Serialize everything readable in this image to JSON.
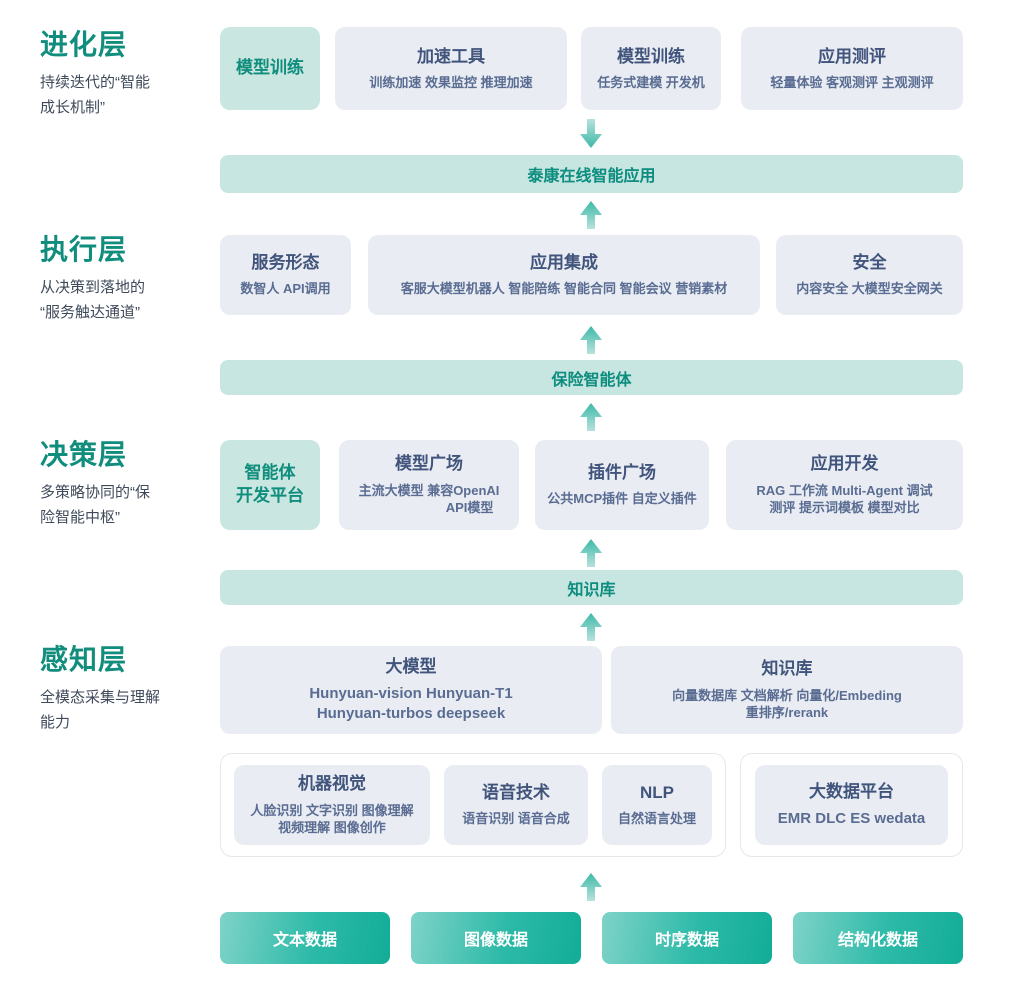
{
  "palette": {
    "teal_title": "#108d7d",
    "card_bg": "#e9edf3",
    "card_title": "#41547c",
    "card_sub": "#5a6c92",
    "bar_bg": "#c7e5e1",
    "bar_text": "#0c8d7e",
    "teal_card_bg": "#c9e6e0",
    "chip_gradient_from": "#7fd3c8",
    "chip_gradient_to": "#12ad97",
    "group_border": "#e4e7ec"
  },
  "layers": [
    {
      "key": "evolution",
      "title": "进化层",
      "desc": "持续迭代的“智能\n成长机制”",
      "desc_line1": "持续迭代的“智能",
      "desc_line2": "成长机制”"
    },
    {
      "key": "execution",
      "title": "执行层",
      "desc_line1": "从决策到落地的",
      "desc_line2": "“服务触达通道”"
    },
    {
      "key": "decision",
      "title": "决策层",
      "desc_line1": "多策略协同的“保",
      "desc_line2": "险智能中枢”"
    },
    {
      "key": "perception",
      "title": "感知层",
      "desc_line1": "全模态采集与理解",
      "desc_line2": "能力"
    }
  ],
  "evolution_cards": [
    {
      "title": "模型训练",
      "sub": "",
      "style": "teal"
    },
    {
      "title": "加速工具",
      "sub": "训练加速 效果监控 推理加速",
      "style": "plain"
    },
    {
      "title": "模型训练",
      "sub": "任务式建模 开发机",
      "style": "plain"
    },
    {
      "title": "应用测评",
      "sub": "轻量体验 客观测评 主观测评",
      "style": "plain"
    }
  ],
  "bar_app": {
    "label": "泰康在线智能应用"
  },
  "execution_cards": [
    {
      "title": "服务形态",
      "sub": "数智人  API调用",
      "style": "plain"
    },
    {
      "title": "应用集成",
      "sub": "客服大模型机器人 智能陪练 智能合同 智能会议 营销素材",
      "style": "plain"
    },
    {
      "title": "安全",
      "sub": "内容安全 大模型安全网关",
      "style": "plain"
    }
  ],
  "bar_agent": {
    "label": "保险智能体"
  },
  "decision_cards": [
    {
      "title": "智能体\n开发平台",
      "title_line1": "智能体",
      "title_line2": "开发平台",
      "sub": "",
      "style": "teal"
    },
    {
      "title": "模型广场",
      "sub_line1": "主流大模型      兼容OpenAI",
      "sub_line2": "API模型",
      "style": "plain-split"
    },
    {
      "title": "插件广场",
      "sub": "公共MCP插件 自定义插件",
      "style": "plain"
    },
    {
      "title": "应用开发",
      "sub_line1": "RAG 工作流 Multi-Agent 调试",
      "sub_line2": "测评 提示词模板 模型对比",
      "style": "plain-two"
    }
  ],
  "bar_kb": {
    "label": "知识库"
  },
  "perception_top_cards": [
    {
      "title": "大模型",
      "sub_line1": "Hunyuan-vision Hunyuan-T1",
      "sub_line2": "Hunyuan-turbos deepseek"
    },
    {
      "title": "知识库",
      "sub_line1": "向量数据库 文档解析 向量化/Embeding",
      "sub_line2": "重排序/rerank"
    }
  ],
  "perception_bottom_left_cards": [
    {
      "title": "机器视觉",
      "sub_line1": "人脸识别 文字识别 图像理解",
      "sub_line2": "视频理解 图像创作"
    },
    {
      "title": "语音技术",
      "sub_line1": "语音识别 语音合成",
      "sub_line2": ""
    },
    {
      "title": "NLP",
      "sub_line1": "自然语言处理",
      "sub_line2": ""
    }
  ],
  "perception_bottom_right_cards": [
    {
      "title": "大数据平台",
      "sub_line1": "EMR DLC ES wedata",
      "sub_line2": ""
    }
  ],
  "data_chips": [
    {
      "label": "文本数据"
    },
    {
      "label": "图像数据"
    },
    {
      "label": "时序数据"
    },
    {
      "label": "结构化数据"
    }
  ],
  "arrows": [
    {
      "name": "arrow-down-to-app",
      "direction": "down"
    },
    {
      "name": "arrow-up-to-app",
      "direction": "up"
    },
    {
      "name": "arrow-up-to-execution",
      "direction": "up"
    },
    {
      "name": "arrow-up-to-agent",
      "direction": "up"
    },
    {
      "name": "arrow-up-to-decision",
      "direction": "up"
    },
    {
      "name": "arrow-up-to-kb",
      "direction": "up"
    },
    {
      "name": "arrow-up-to-perception",
      "direction": "up"
    },
    {
      "name": "arrow-up-from-data",
      "direction": "up"
    }
  ]
}
